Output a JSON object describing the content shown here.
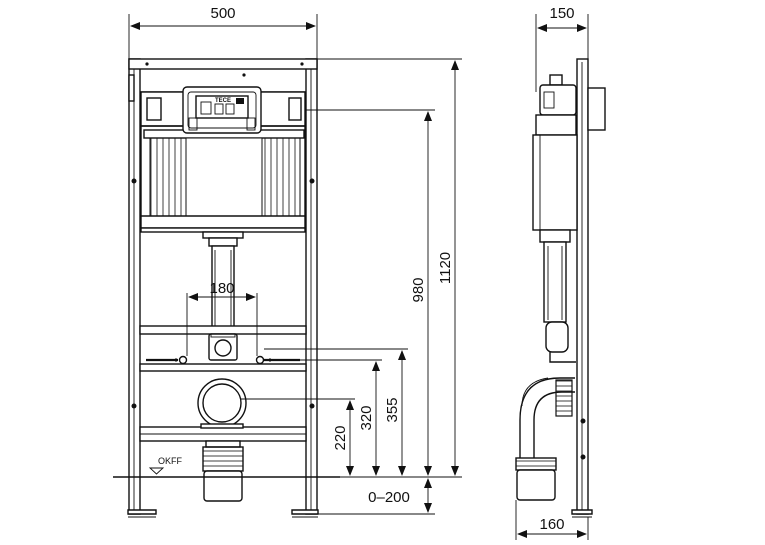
{
  "front_view": {
    "width_label": "500",
    "spacing_label": "180",
    "okff_label": "OKFF",
    "brand_label": "TECE"
  },
  "side_view": {
    "depth_top_label": "150",
    "depth_bottom_label": "160"
  },
  "heights": {
    "h_220": "220",
    "h_320": "320",
    "h_355": "355",
    "h_980": "980",
    "h_1120": "1120",
    "adjust_range": "0–200"
  }
}
